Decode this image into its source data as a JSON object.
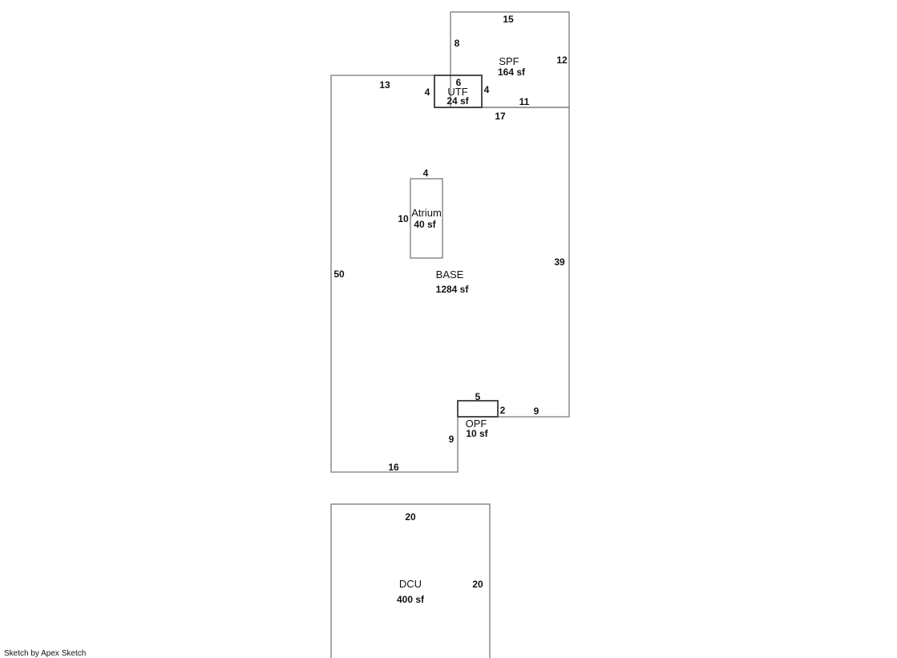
{
  "areas": {
    "spf": {
      "name": "SPF",
      "area": "164 sf"
    },
    "utf": {
      "name": "UTF",
      "area": "24 sf"
    },
    "atrium": {
      "name": "Atrium",
      "area": "40 sf"
    },
    "base": {
      "name": "BASE",
      "area": "1284 sf"
    },
    "opf": {
      "name": "OPF",
      "area": "10 sf"
    },
    "dcu": {
      "name": "DCU",
      "area": "400 sf"
    }
  },
  "dimensions": {
    "spf_top": "15",
    "spf_left": "8",
    "spf_right": "12",
    "spf_bottom": "11",
    "utf_top": "6",
    "utf_left": "4",
    "utf_right": "4",
    "base_top": "13",
    "base_top_right": "17",
    "base_left": "50",
    "base_right": "39",
    "base_bottom": "16",
    "base_step": "9",
    "base_step_right": "9",
    "atrium_top": "4",
    "atrium_left": "10",
    "opf_top": "5",
    "opf_right": "2",
    "dcu_top": "20",
    "dcu_right": "20"
  },
  "footer": {
    "credit": "Sketch by Apex Sketch"
  }
}
